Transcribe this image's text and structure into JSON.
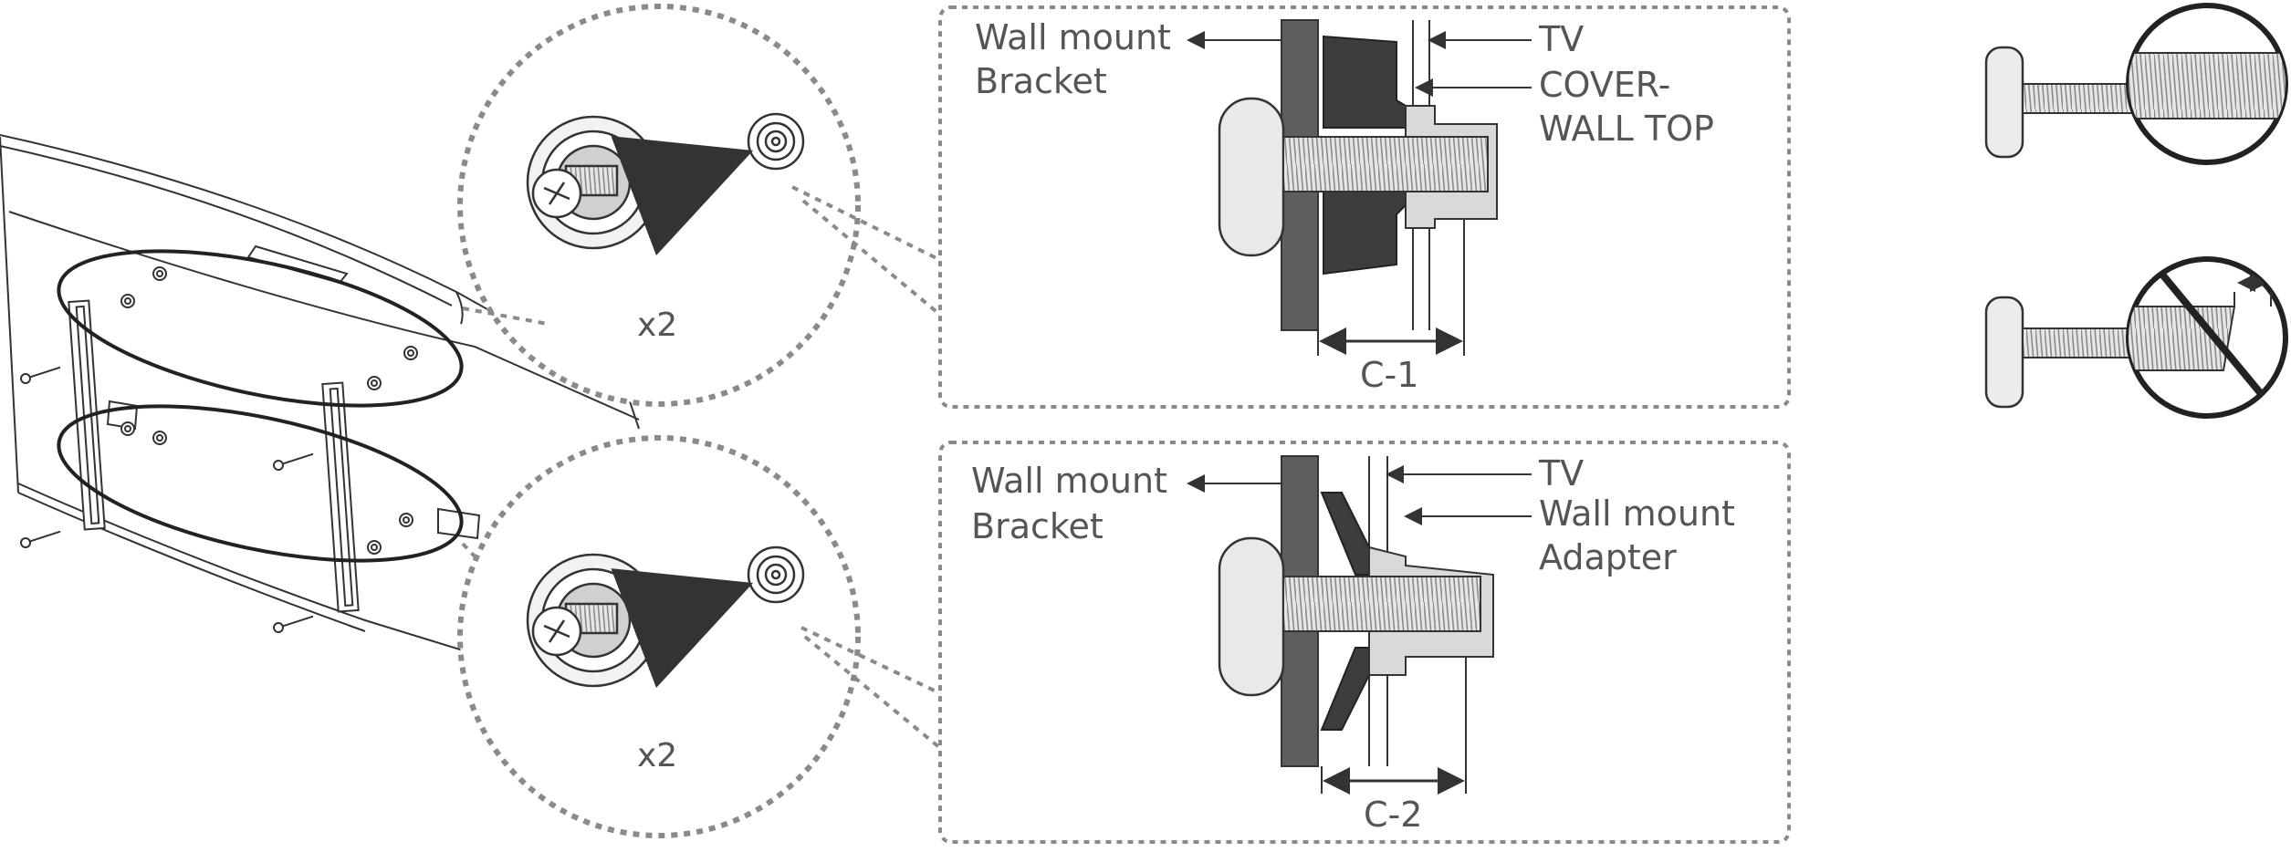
{
  "colors": {
    "line": "#333333",
    "dashed": "#8a8a8a",
    "dark_gray": "#5e5e5e",
    "black_part": "#3d3d3d",
    "light_gray": "#d9d9d9",
    "label": "#555555"
  },
  "overview": {
    "upper_callout": {
      "quantity": "x2"
    },
    "lower_callout": {
      "quantity": "x2"
    }
  },
  "detail_c1": {
    "label_bracket_line1": "Wall mount",
    "label_bracket_line2": "Bracket",
    "label_tv": "TV",
    "label_cover_line1": "COVER-",
    "label_cover_line2": "WALL TOP",
    "dimension": "C-1"
  },
  "detail_c2": {
    "label_bracket_line1": "Wall mount",
    "label_bracket_line2": "Bracket",
    "label_tv": "TV",
    "label_adapter_line1": "Wall mount",
    "label_adapter_line2": "Adapter",
    "dimension": "C-2"
  },
  "screw_examples": {
    "correct_icon": "screw-correct-icon",
    "incorrect_icon": "screw-incorrect-prohibited-icon"
  }
}
